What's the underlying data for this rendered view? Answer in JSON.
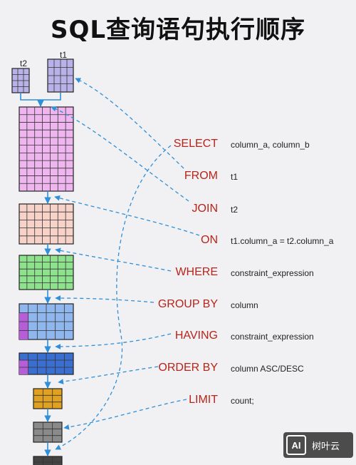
{
  "title": "SQL查询语句执行顺序",
  "tables": {
    "t2_label": "t2",
    "t1_label": "t1"
  },
  "clauses": [
    {
      "keyword": "SELECT",
      "argument": "column_a, column_b"
    },
    {
      "keyword": "FROM",
      "argument": "t1"
    },
    {
      "keyword": "JOIN",
      "argument": "t2"
    },
    {
      "keyword": "ON",
      "argument": "t1.column_a = t2.column_a"
    },
    {
      "keyword": "WHERE",
      "argument": "constraint_expression"
    },
    {
      "keyword": "GROUP BY",
      "argument": "column"
    },
    {
      "keyword": "HAVING",
      "argument": "constraint_expression"
    },
    {
      "keyword": "ORDER BY",
      "argument": "column ASC/DESC"
    },
    {
      "keyword": "LIMIT",
      "argument": "count;"
    }
  ],
  "colors": {
    "keyword": "#b8231a",
    "arrow": "#2f8fd8",
    "source_tables": "#b9b2e8",
    "joined": "#eeb5ee",
    "on_filtered": "#f7d2c8",
    "where": "#8ee28e",
    "group": "#8fb7ee",
    "having": "#3a6fd0",
    "order_mark": "#b55ed8",
    "limit": "#e0a020",
    "select": "#8a8a8a"
  },
  "watermark": {
    "badge": "AI",
    "text": "树叶云"
  }
}
